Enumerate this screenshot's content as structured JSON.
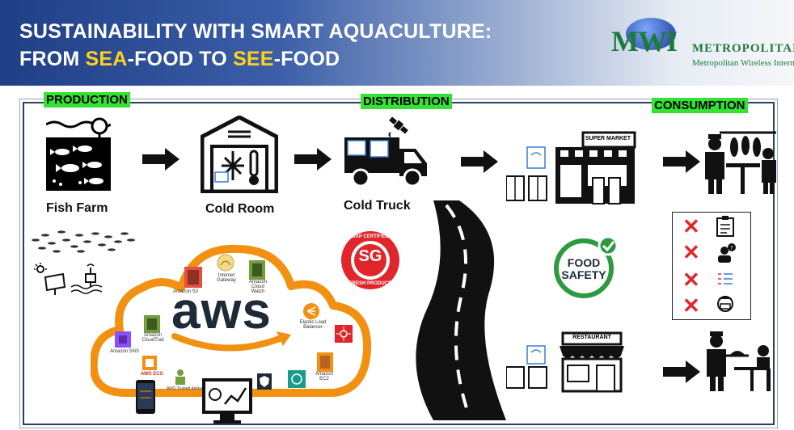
{
  "header": {
    "title_line1": "SUSTAINABILITY WITH SMART AQUACULTURE:",
    "title_line2_prefix": "FROM ",
    "title_line2_sea": "SEA",
    "title_line2_mid": "-FOOD TO ",
    "title_line2_see": "SEE",
    "title_line2_suffix": "-FOOD"
  },
  "logo": {
    "mark": "MWI",
    "name": "METROPOLITAN",
    "subtitle": "Metropolitan Wireless International"
  },
  "stages": {
    "production": "PRODUCTION",
    "distribution": "DISTRIBUTION",
    "consumption": "CONSUMPTION"
  },
  "nodes": {
    "fish_farm": "Fish Farm",
    "cold_room": "Cold Room",
    "cold_truck": "Cold Truck",
    "supermarket": "SUPER MARKET",
    "restaurant": "RESTAURANT"
  },
  "aws": {
    "logo": "aws",
    "services": {
      "s3": "Amazon S3",
      "gateway": "Internet Gateway",
      "cloudwatch": "Amazon Cloud Watch",
      "elb": "Elastic Load Balancer",
      "ec2": "Amazon EC2",
      "cloudtrail": "Amazon CloudTrail",
      "sns": "Amazon SNS",
      "ecs": "AWS ECS",
      "trusted_advisor": "AWS Trusted Advisor"
    }
  },
  "badges": {
    "sg_top": "GAP CERTIFIED",
    "sg_center": "SG",
    "sg_bottom": "FRESH PRODUCE",
    "food_safety_line1": "FOOD",
    "food_safety_line2": "SAFETY"
  },
  "colors": {
    "header_dark": "#1f3f86",
    "highlight": "#ffd21a",
    "stage_green": "#33e233",
    "aws_orange": "#f29111",
    "sg_red": "#e0262b",
    "food_green": "#2e9a3f"
  }
}
